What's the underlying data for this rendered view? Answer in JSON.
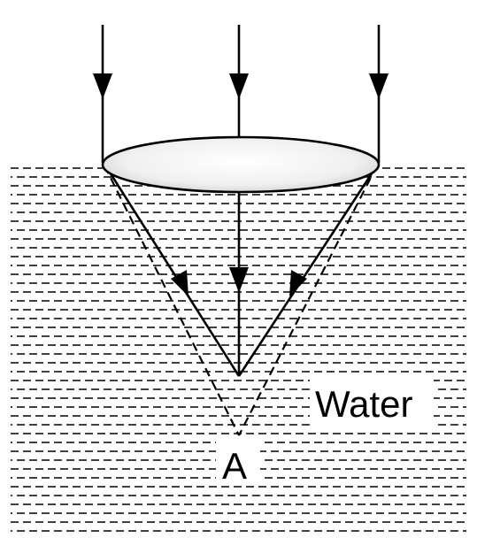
{
  "labels": {
    "medium": "Water",
    "point": "A"
  },
  "colors": {
    "stroke": "#000000",
    "water_dash": "#000000",
    "lens_fill_center": "#ffffff",
    "lens_fill_edge": "#d9d9d9",
    "label_bg": "#ffffff"
  },
  "icons": {
    "incident_rays": "arrow-down-icon",
    "lens": "lens-ellipse"
  }
}
